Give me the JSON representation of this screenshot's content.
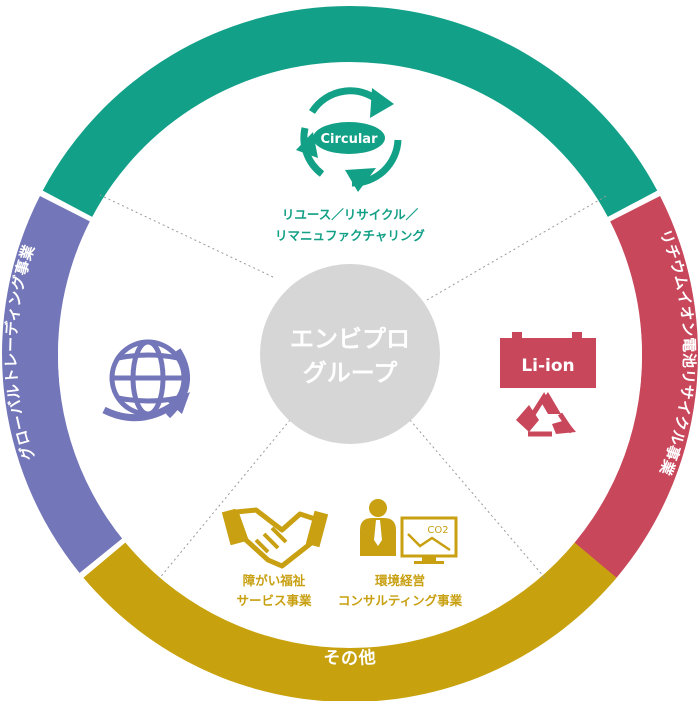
{
  "center": {
    "line1": "エンビプロ",
    "line2": "グループ"
  },
  "segments": {
    "top": {
      "title": "資源循環事業",
      "color": "#13a088"
    },
    "right": {
      "title": "リチウムイオン電池リサイクル事業",
      "color": "#c8475b"
    },
    "bottom": {
      "title": "その他",
      "color": "#c8a20e"
    },
    "left": {
      "title": "グローバルトレーディング事業",
      "color": "#7376b8"
    }
  },
  "circular": {
    "icon_label": "Circular",
    "caption_line1": "リユース／リサイクル／",
    "caption_line2": "リマニュファクチャリング"
  },
  "liion": {
    "icon_label": "Li-ion"
  },
  "welfare": {
    "caption_line1": "障がい福祉",
    "caption_line2": "サービス事業"
  },
  "env": {
    "screen_label": "CO2",
    "caption_line1": "環境経営",
    "caption_line2": "コンサルティング事業"
  }
}
